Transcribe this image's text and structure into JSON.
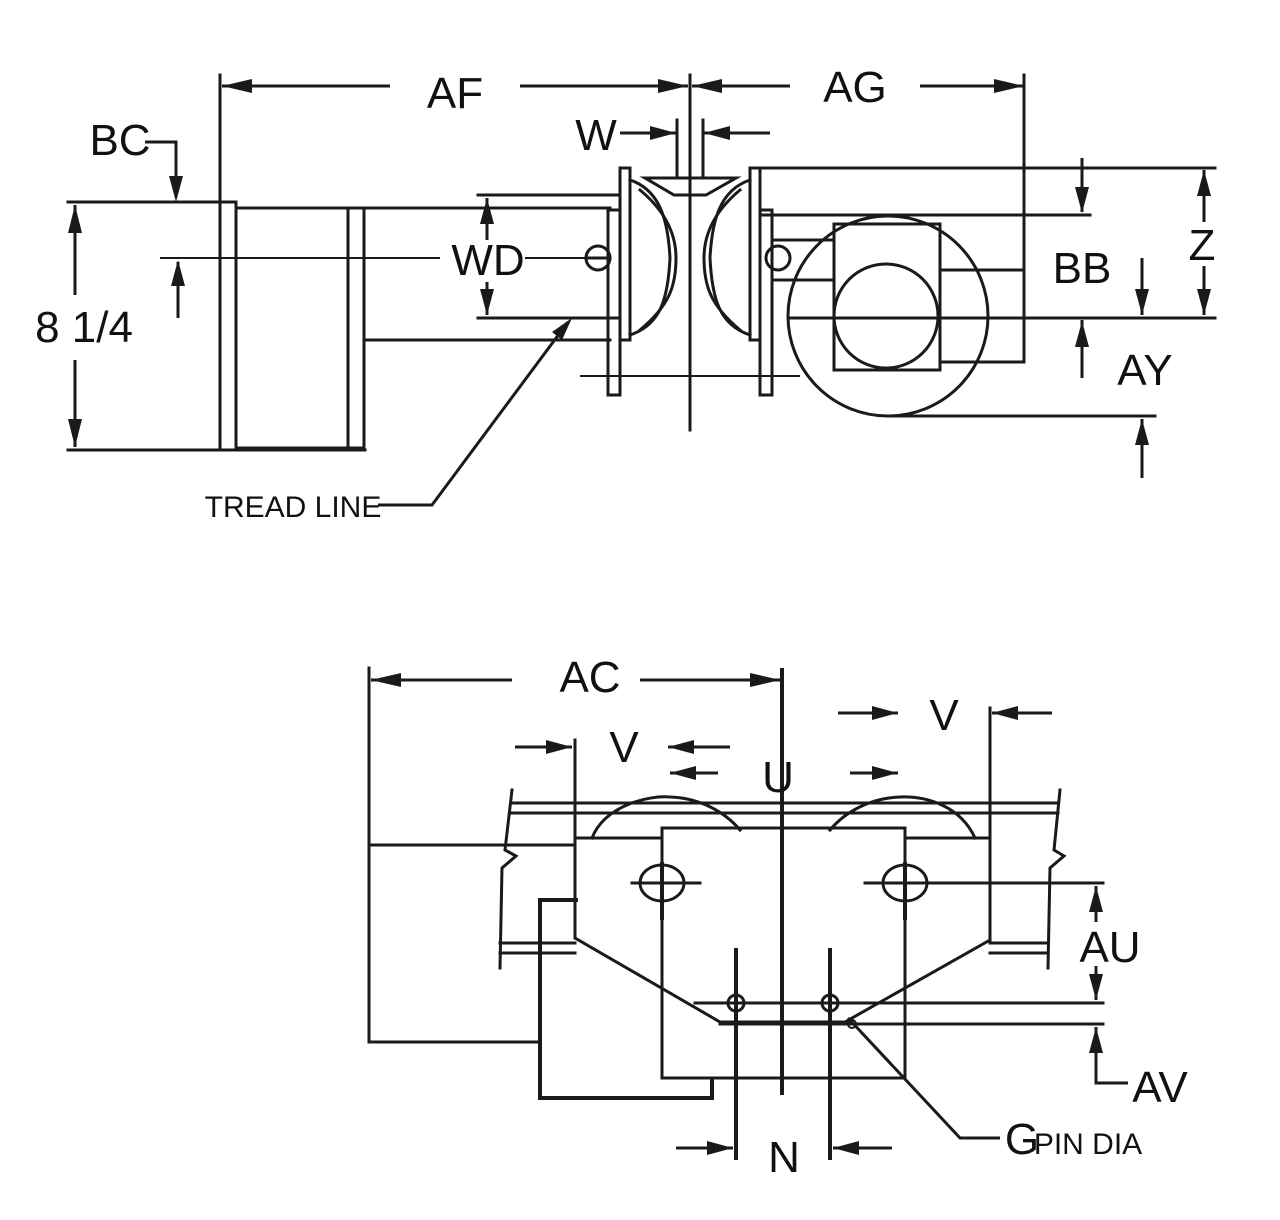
{
  "top_view": {
    "labels": {
      "af": "AF",
      "ag": "AG",
      "bc": "BC",
      "w": "W",
      "wd": "WD",
      "bb": "BB",
      "z": "Z",
      "ay": "AY",
      "height": "8 1/4",
      "tread_line": "TREAD LINE"
    }
  },
  "bottom_view": {
    "labels": {
      "ac": "AC",
      "v_left": "V",
      "v_right": "V",
      "u": "U",
      "au": "AU",
      "av": "AV",
      "n": "N",
      "g": "G",
      "pin_dia": "PIN DIA"
    }
  }
}
